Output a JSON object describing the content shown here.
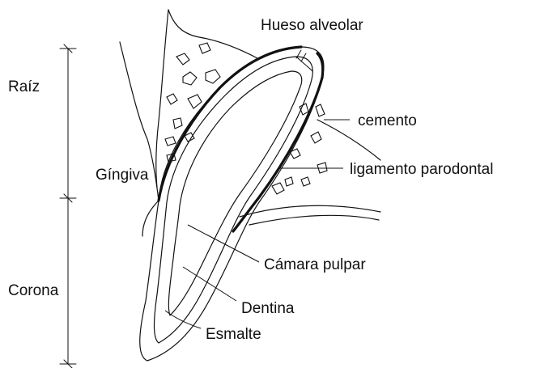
{
  "labels": {
    "hueso_alveolar": "Hueso alveolar",
    "cemento": "cemento",
    "ligamento": "ligamento parodontal",
    "raiz": "Raíz",
    "gingiva": "Gíngiva",
    "camara_pulpar": "Cámara pulpar",
    "corona": "Corona",
    "dentina": "Dentina",
    "esmalte": "Esmalte"
  },
  "colors": {
    "line": "#111111",
    "background": "#ffffff"
  }
}
